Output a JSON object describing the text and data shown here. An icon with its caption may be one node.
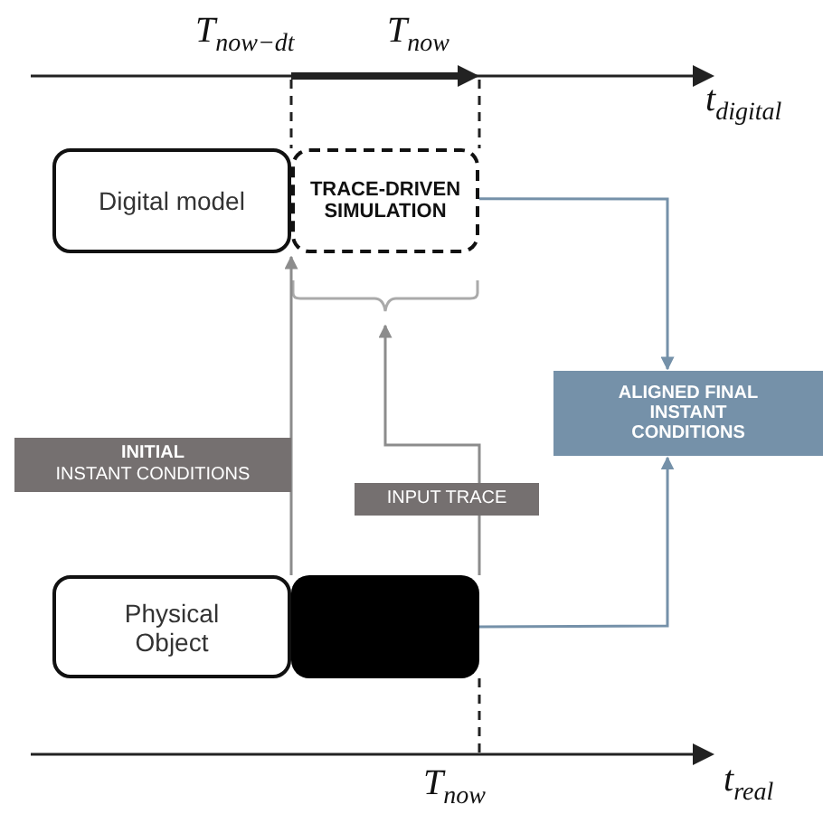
{
  "diagram": {
    "nodes": [
      {
        "text": [
          "Digital model"
        ]
      },
      {
        "text": [
          "TRACE-DRIVEN SIMULATION"
        ]
      },
      {
        "text": [
          "ALIGNED FINAL INSTANT CONDITIONS"
        ]
      },
      {
        "text": [
          "Physical Object"
        ]
      },
      {
        "text": [],
        "shape": "box"
      }
    ],
    "edges": [
      {
        "from": 3,
        "to": 1,
        "arrow": "to",
        "label": "**INITIAL** INSTANT CONDITIONS",
        "color": "#8c8c8c"
      },
      {
        "from": 4,
        "to": 1,
        "arrow": "to",
        "label": "INPUT TRACE",
        "color": "#8c8c8c"
      },
      {
        "from": 1,
        "to": 2,
        "arrow": "to",
        "color": "#7591a9"
      },
      {
        "from": 4,
        "to": 2,
        "arrow": "to",
        "color": "#7591a9"
      }
    ],
    "labels": [
      "T$_{now−dt}$",
      "T$_{now}$",
      "t$_{digital}$",
      "T$_{now}$",
      "t$_{real}$"
    ]
  }
}
